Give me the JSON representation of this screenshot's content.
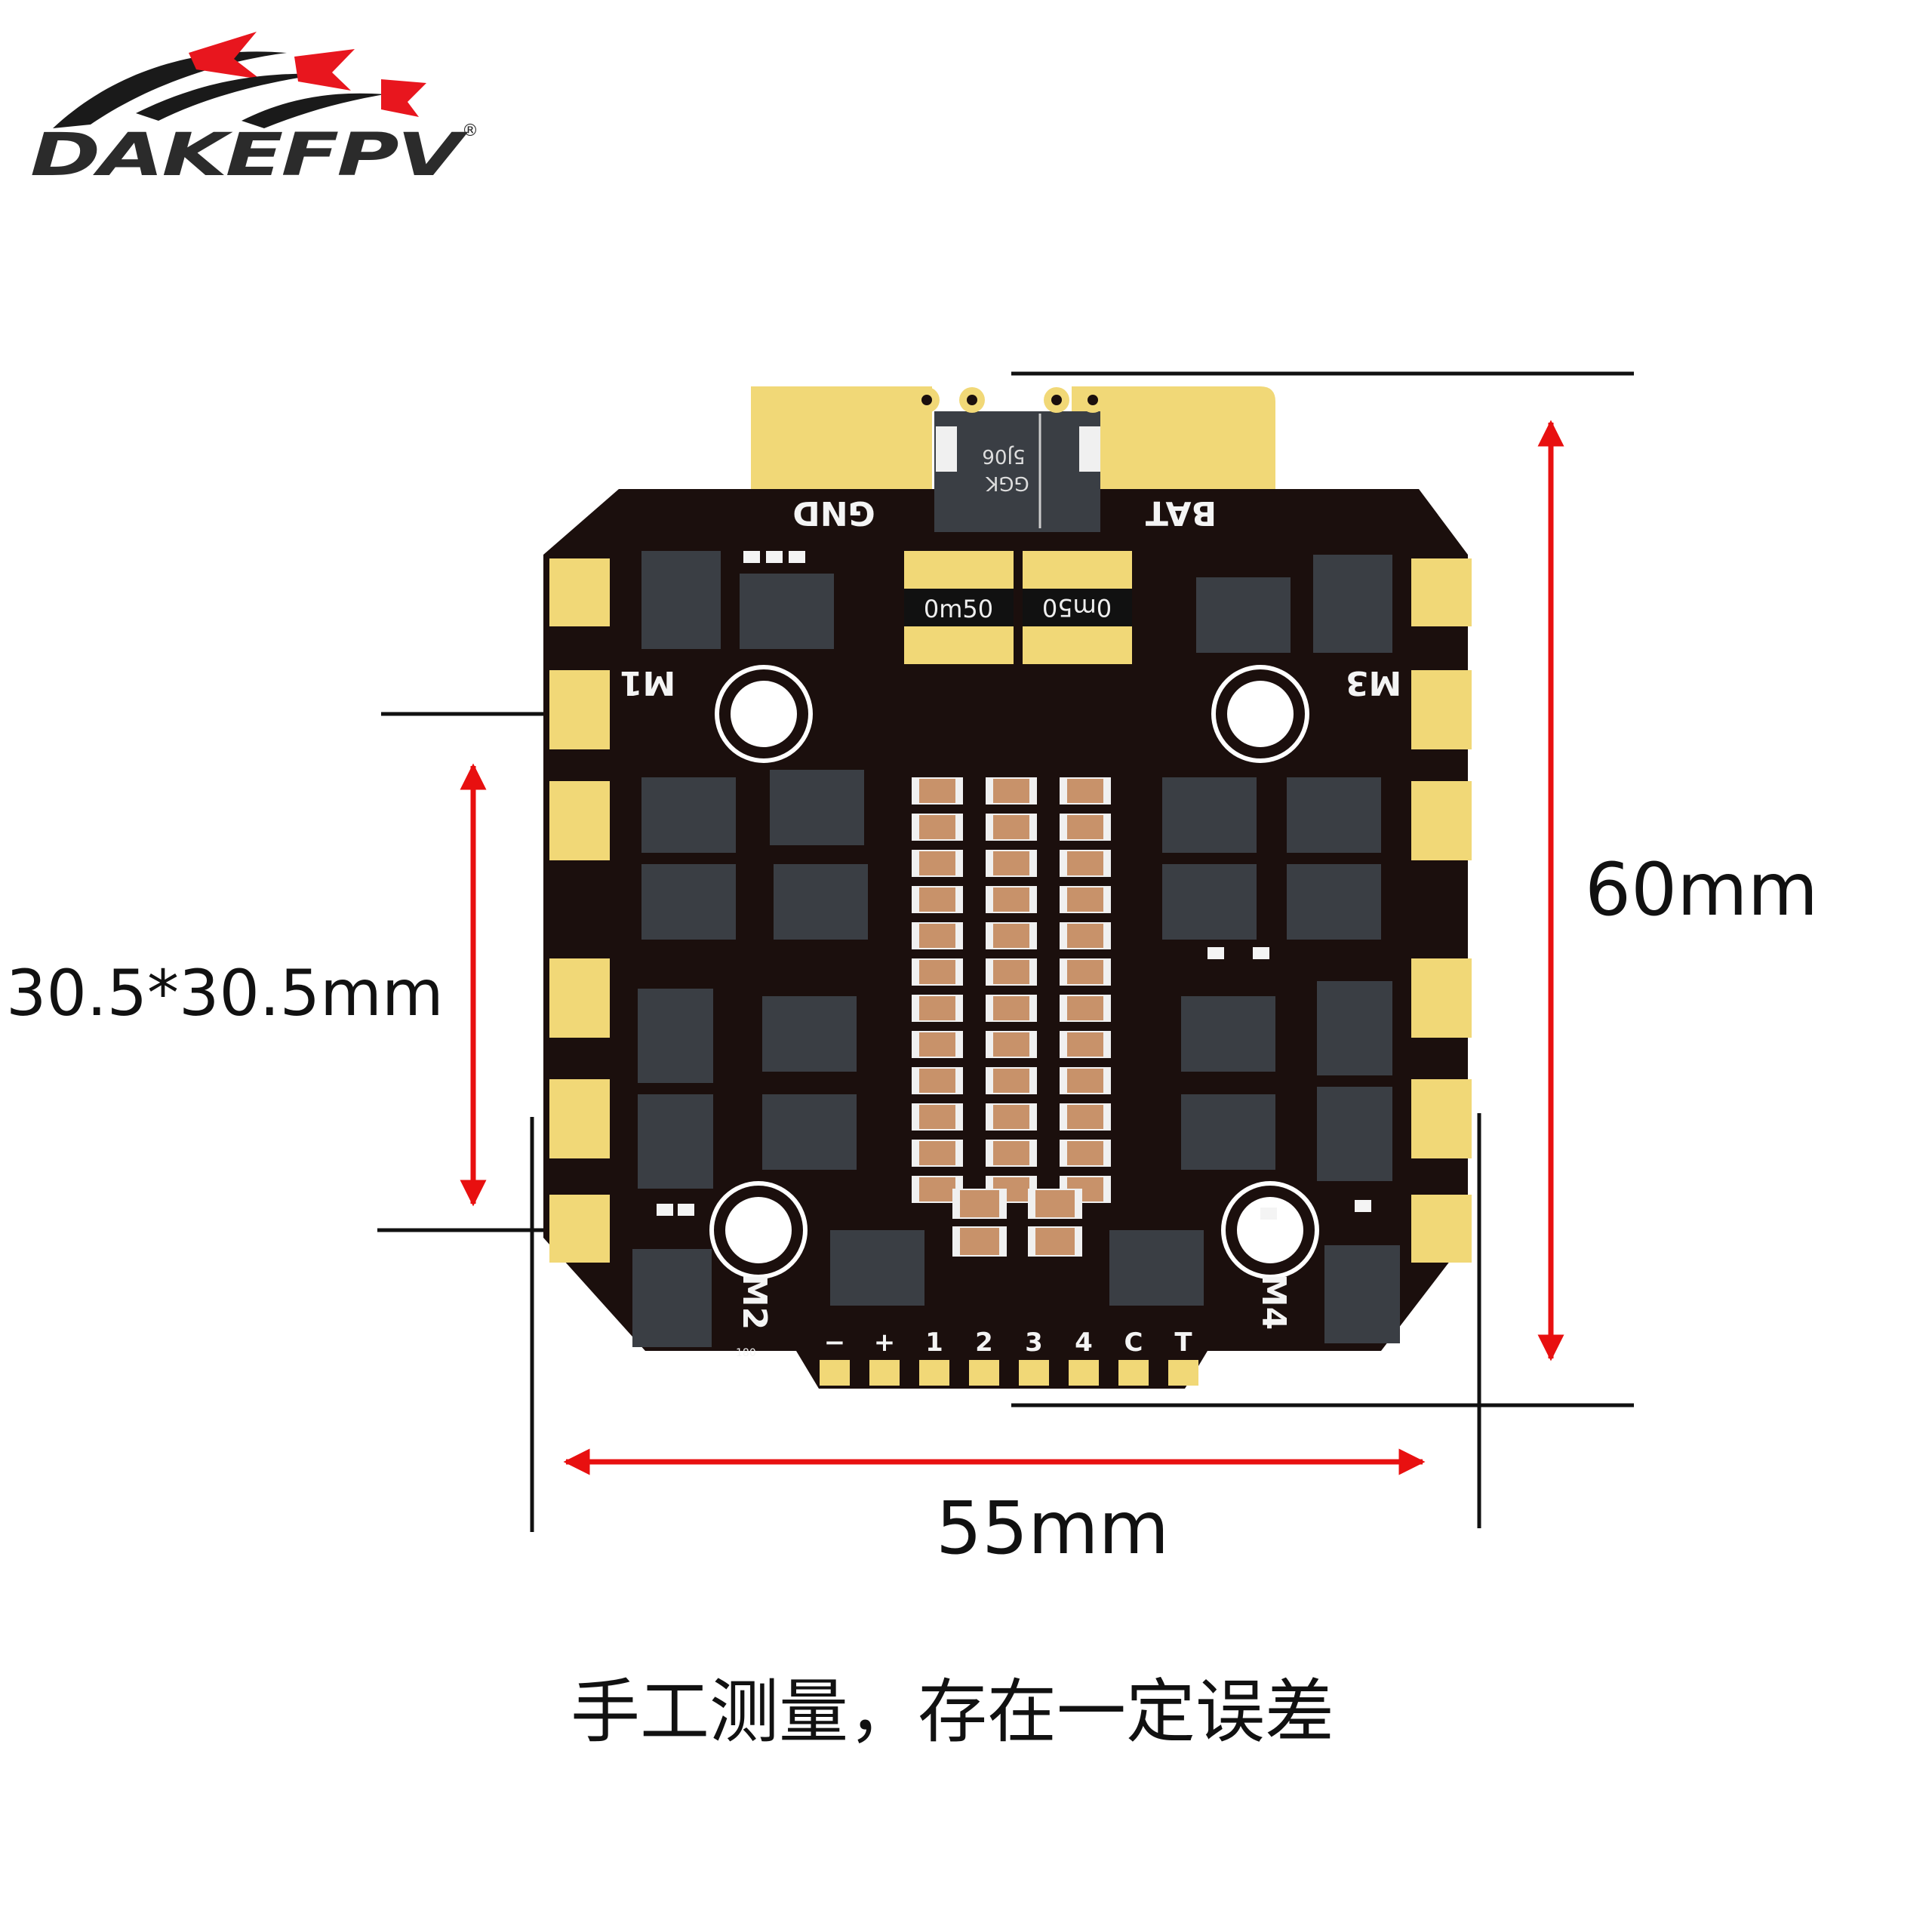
{
  "brand": {
    "name": "DAKEFPV",
    "mark": "®",
    "colors": {
      "wing_red": "#e8161e",
      "wing_dark": "#1a1a1a",
      "text": "#2b2b2b"
    }
  },
  "dimensions": {
    "height": "60mm",
    "width": "55mm",
    "mount_hole_spacing": "30.5*30.5mm"
  },
  "board": {
    "pads": {
      "gnd": "GND",
      "bat": "BAT"
    },
    "motors": [
      "M1",
      "M2",
      "M3",
      "M4"
    ],
    "shunt_resistors": [
      "0m50",
      "0m50"
    ],
    "diode_marking": [
      "5J06",
      "GGK"
    ],
    "signal_pins": [
      "−",
      "+",
      "1",
      "2",
      "3",
      "4",
      "C",
      "T"
    ],
    "small_part_marking": "180",
    "colors": {
      "pcb": "#1b0f0d",
      "gold": "#f1d877",
      "chip": "#3a3e44",
      "cap": "#c8926a",
      "dimension_arrow": "#e81010"
    }
  },
  "caption": "手工测量，存在一定误差"
}
